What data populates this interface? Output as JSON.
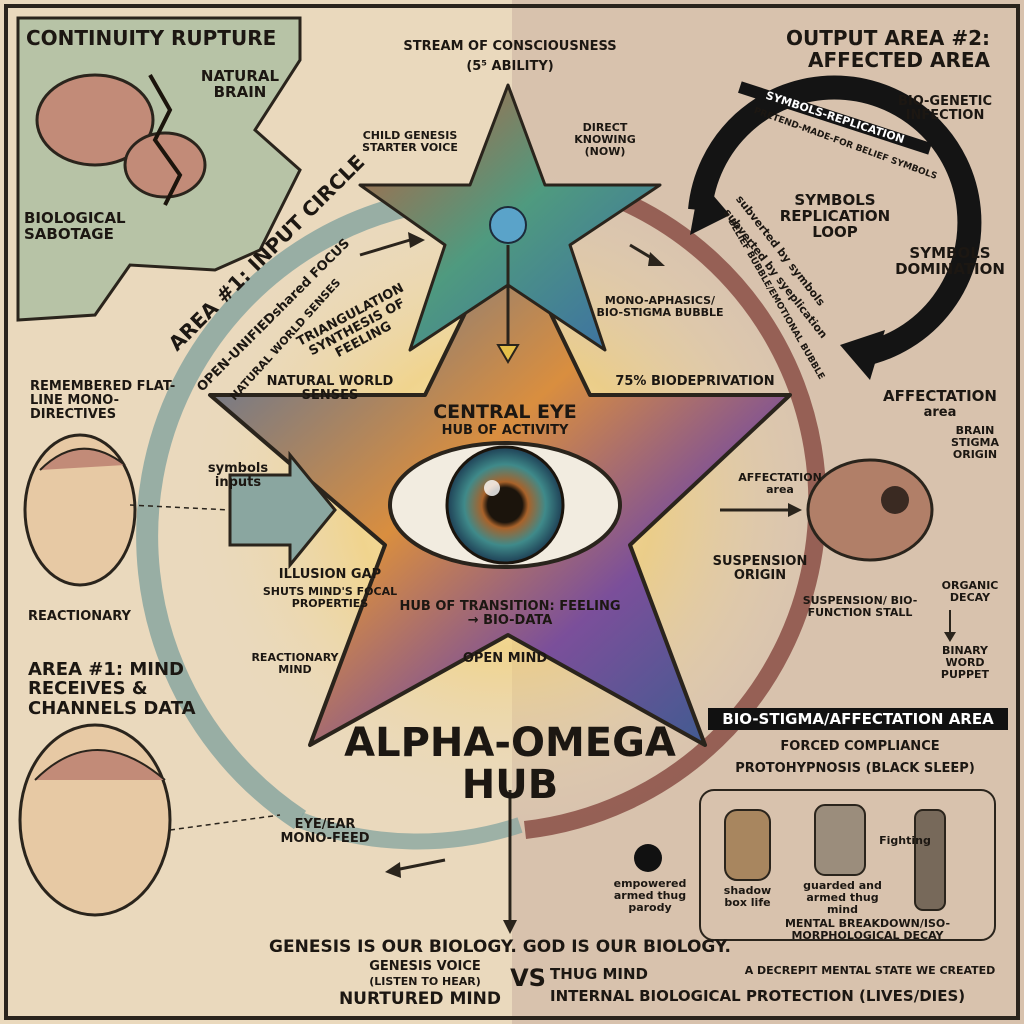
{
  "colors": {
    "parchment": "#e9dcc2",
    "ink": "#1c1712",
    "teal_arrow": "#8aa6a0",
    "rust_arrow": "#8a4f45",
    "star_blue": "#3c6ea8",
    "star_gold": "#e9b04a"
  },
  "top_left": {
    "title": "CONTINUITY RUPTURE",
    "natural_brain": "NATURAL BRAIN",
    "sabotage": "BIOLOGICAL SABOTAGE"
  },
  "top_center": {
    "stream": "STREAM OF CONSCIOUSNESS",
    "ability": "(5⁵ ABILITY)",
    "child_genesis": "CHILD GENESIS STARTER VOICE",
    "direct_knowing": "DIRECT KNOWING (NOW)"
  },
  "top_right": {
    "title": "OUTPUT AREA #2: AFFECTED AREA",
    "bio_genetic": "BIO-GENETIC INFECTION",
    "ring_label_1": "SYMBOLS-REPLICATION",
    "ring_label_2": "PRETEND-MADE-FOR BELIEF SYMBOLS",
    "loop": "SYMBOLS REPLICATION LOOP",
    "domination": "SYMBOLS DOMINATION",
    "subverted_1": "subverted by symbols",
    "subverted_2": "subverted by syeplication",
    "belief_bubble": "BELIEF BUBBLE/EMOTIONAL BUBBLE"
  },
  "left_arc": {
    "area1_input": "AREA #1: INPUT CIRCLE",
    "open_unified": "OPEN-UNIFIEDshared FOCUS",
    "natural_senses_arc": "NATURAL WORLD SENSES"
  },
  "center": {
    "triangulation": "TRIANGULATION SYNTHESIS OF FEELING",
    "mono_aphasics": "MONO-APHASICS/ BIO-STIGMA BUBBLE",
    "natural_world_senses": "NATURAL WORLD SENSES",
    "biodeprivation": "75% BIODEPRIVATION",
    "central_eye": "CENTRAL EYE",
    "hub_of_activity": "HUB OF ACTIVITY",
    "illusion_gap": "ILLUSION GAP",
    "shuts_focal": "SHUTS MIND'S FOCAL PROPERTIES",
    "hub_transition": "HUB OF TRANSITION: FEELING → BIO-DATA",
    "open_mind": "OPEN MIND",
    "reactionary_mind": "REACTIONARY MIND",
    "alpha_omega": "ALPHA-OMEGA",
    "hub": "HUB"
  },
  "left": {
    "remembered": "REMEMBERED FLAT-LINE MONO-DIRECTIVES",
    "symbols_inputs": "symbols inputs",
    "reactionary": "REACTIONARY",
    "area1": "AREA #1: MIND RECEIVES & CHANNELS DATA",
    "eye_ear": "EYE/EAR MONO-FEED"
  },
  "right": {
    "affectation_area_1": "AFFECTATION",
    "affectation_area_1_sub": "area",
    "brain_stigma": "BRAIN STIGMA ORIGIN",
    "affectation_area_2": "AFFECTATION area",
    "suspension_origin": "SUSPENSION ORIGIN",
    "organic_decay": "ORGANIC DECAY",
    "binary_word": "BINARY WORD PUPPET",
    "suspension_stall": "SUSPENSION/ BIO-FUNCTION STALL",
    "bio_stigma_area": "BIO-STIGMA/AFFECTATION AREA",
    "forced_compliance": "FORCED COMPLIANCE",
    "protohypnosis": "PROTOHYPNOSIS (BLACK SLEEP)",
    "fighting": "Fighting",
    "empowered": "empowered armed thug parody",
    "shadow": "shadow box life",
    "guarded": "guarded and armed thug mind",
    "breakdown": "MENTAL BREAKDOWN/ISO- MORPHOLOGICAL DECAY",
    "decrepit": "A DECREPIT MENTAL STATE WE CREATED"
  },
  "bottom": {
    "genesis_line": "GENESIS IS OUR BIOLOGY. GOD IS OUR BIOLOGY.",
    "genesis_voice": "GENESIS VOICE",
    "listen": "(LISTEN TO HEAR)",
    "nurtured": "NURTURED MIND",
    "vs": "VS",
    "thug_mind": "THUG MIND",
    "internal": "INTERNAL BIOLOGICAL PROTECTION (LIVES/DIES)"
  }
}
